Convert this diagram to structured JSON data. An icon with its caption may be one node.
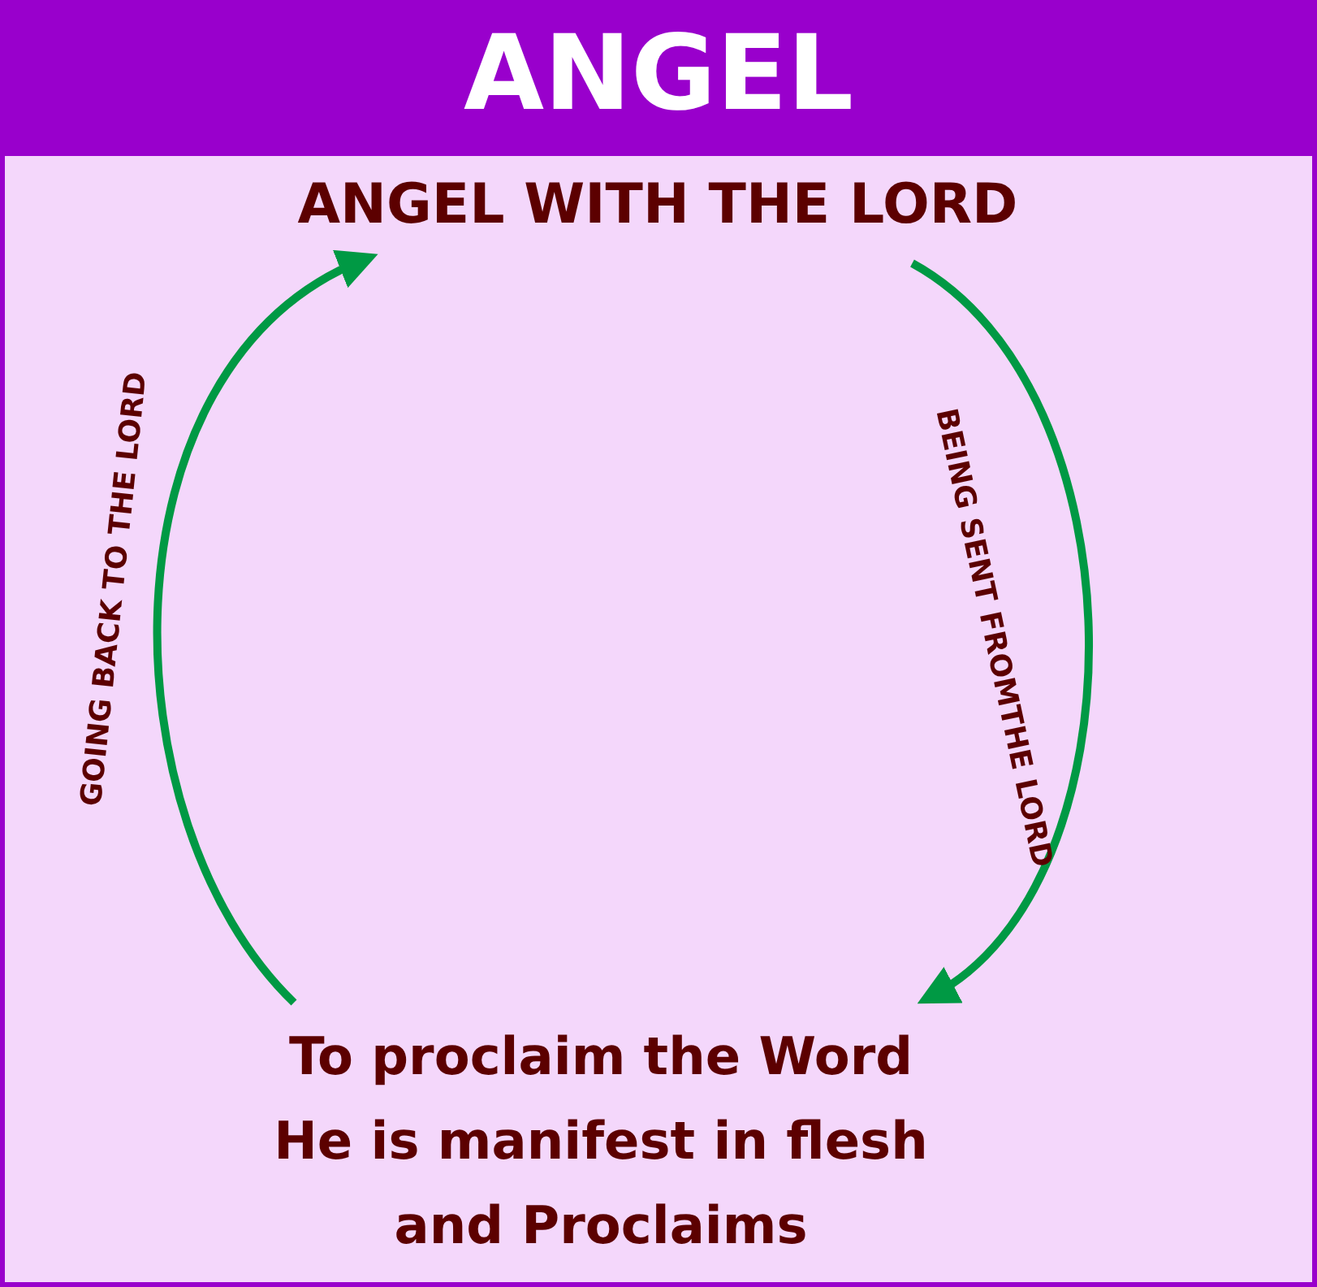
{
  "diagram": {
    "title": "ANGEL",
    "nodes": [
      {
        "text": [
          "ANGEL WITH THE LORD"
        ]
      },
      {
        "text": [
          "To proclaim the Word He is manifest in flesh and Proclaims"
        ]
      }
    ],
    "edges": [
      {
        "from": 0,
        "to": 1,
        "arrow": "to",
        "label": "BEING SENT FROMTHE LORD"
      },
      {
        "from": 1,
        "to": 0,
        "arrow": "to",
        "label": "GOING BACK TO THE LORD"
      }
    ]
  }
}
